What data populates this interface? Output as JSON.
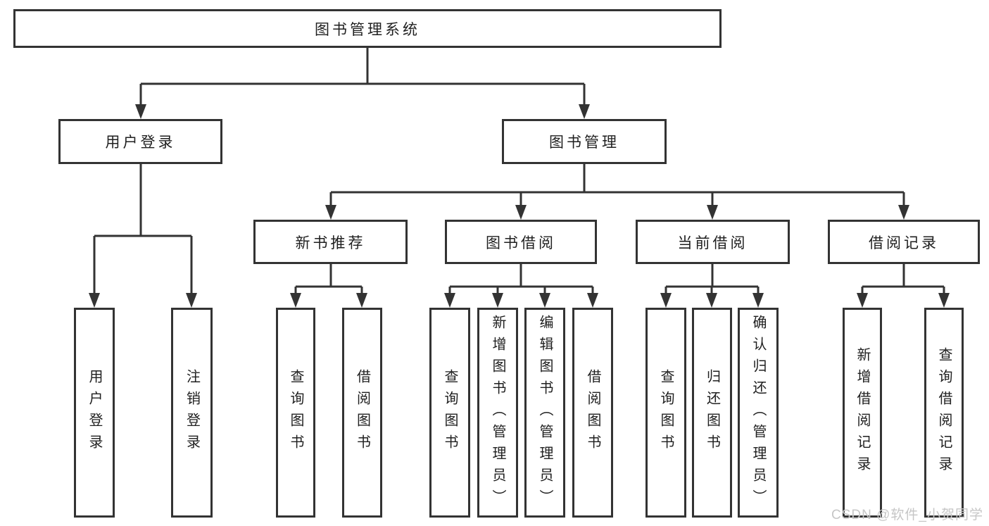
{
  "tree": {
    "root": {
      "label": "图书管理系统"
    },
    "branches": [
      {
        "label": "用户登录",
        "children": [
          "用户登录",
          "注销登录"
        ]
      },
      {
        "label": "图书管理",
        "groups": [
          {
            "label": "新书推荐",
            "children": [
              "查询图书",
              "借阅图书"
            ]
          },
          {
            "label": "图书借阅",
            "children": [
              "查询图书",
              "新增图书（管理员）",
              "编辑图书（管理员）",
              "借阅图书"
            ]
          },
          {
            "label": "当前借阅",
            "children": [
              "查询图书",
              "归还图书",
              "确认归还（管理员）"
            ]
          },
          {
            "label": "借阅记录",
            "children": [
              "新增借阅记录",
              "查询借阅记录"
            ]
          }
        ]
      }
    ]
  },
  "watermark": "CSDN @软件_小贺同学",
  "colors": {
    "line": "#333333",
    "text": "#1f1f1f",
    "box_fill": "#ffffff",
    "watermark": "#c6c6c6",
    "background": "#ffffff"
  }
}
